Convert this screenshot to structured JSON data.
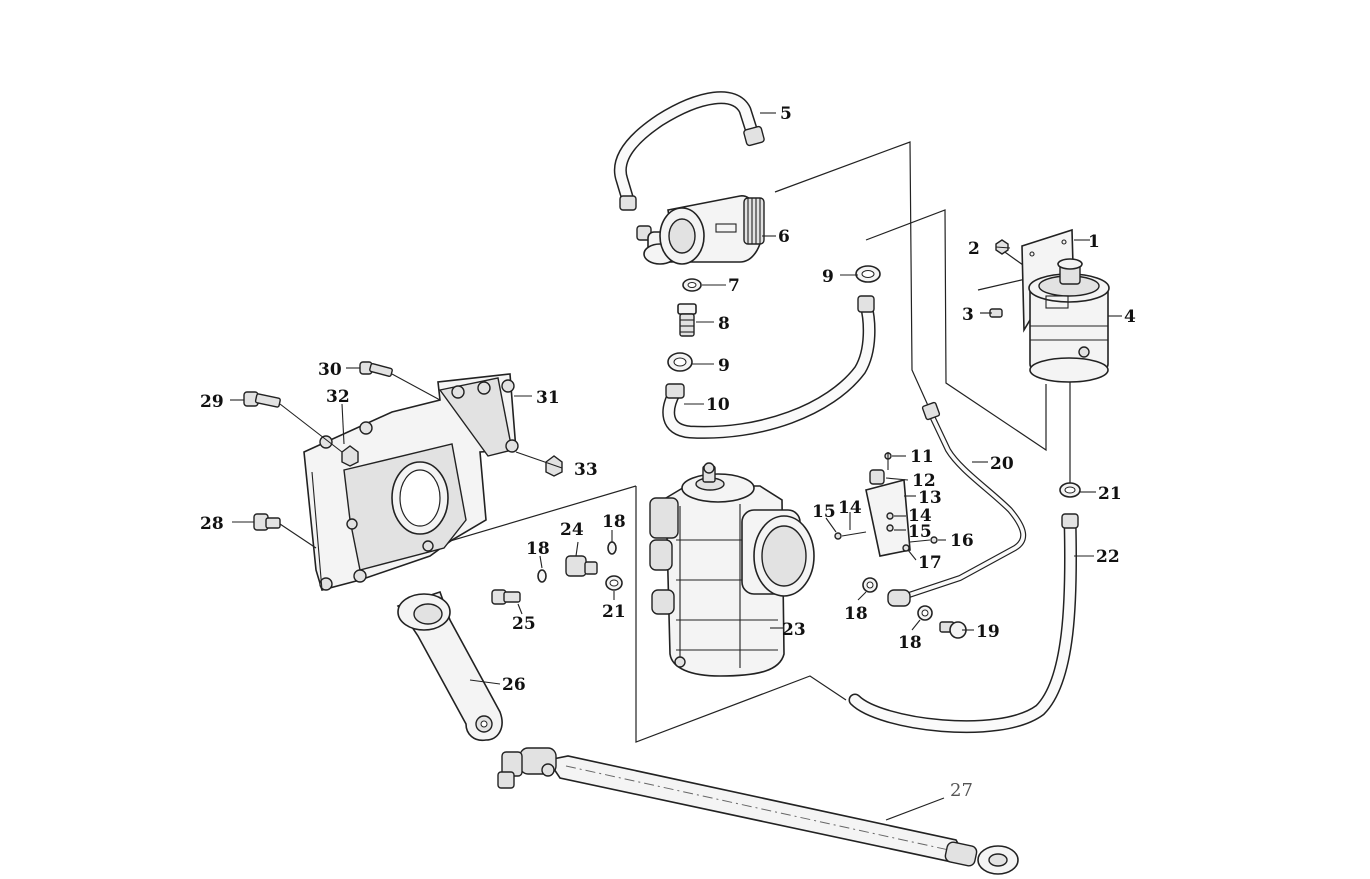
{
  "callouts": [
    {
      "id": "c1",
      "label": "1"
    },
    {
      "id": "c2",
      "label": "2"
    },
    {
      "id": "c3",
      "label": "3"
    },
    {
      "id": "c4",
      "label": "4"
    },
    {
      "id": "c5",
      "label": "5"
    },
    {
      "id": "c6",
      "label": "6"
    },
    {
      "id": "c7",
      "label": "7"
    },
    {
      "id": "c8",
      "label": "8"
    },
    {
      "id": "c9a",
      "label": "9"
    },
    {
      "id": "c9b",
      "label": "9"
    },
    {
      "id": "c10",
      "label": "10"
    },
    {
      "id": "c11",
      "label": "11"
    },
    {
      "id": "c12",
      "label": "12"
    },
    {
      "id": "c13",
      "label": "13"
    },
    {
      "id": "c14a",
      "label": "14"
    },
    {
      "id": "c14b",
      "label": "14"
    },
    {
      "id": "c15a",
      "label": "15"
    },
    {
      "id": "c15b",
      "label": "15"
    },
    {
      "id": "c16",
      "label": "16"
    },
    {
      "id": "c17",
      "label": "17"
    },
    {
      "id": "c18a",
      "label": "18"
    },
    {
      "id": "c18b",
      "label": "18"
    },
    {
      "id": "c18c",
      "label": "18"
    },
    {
      "id": "c18d",
      "label": "18"
    },
    {
      "id": "c19",
      "label": "19"
    },
    {
      "id": "c20",
      "label": "20"
    },
    {
      "id": "c21a",
      "label": "21"
    },
    {
      "id": "c21b",
      "label": "21"
    },
    {
      "id": "c22",
      "label": "22"
    },
    {
      "id": "c23",
      "label": "23"
    },
    {
      "id": "c24",
      "label": "24"
    },
    {
      "id": "c25",
      "label": "25"
    },
    {
      "id": "c26",
      "label": "26"
    },
    {
      "id": "c27",
      "label": "27"
    },
    {
      "id": "c28",
      "label": "28"
    },
    {
      "id": "c29",
      "label": "29"
    },
    {
      "id": "c30",
      "label": "30"
    },
    {
      "id": "c31",
      "label": "31"
    },
    {
      "id": "c32",
      "label": "32"
    },
    {
      "id": "c33",
      "label": "33"
    }
  ]
}
